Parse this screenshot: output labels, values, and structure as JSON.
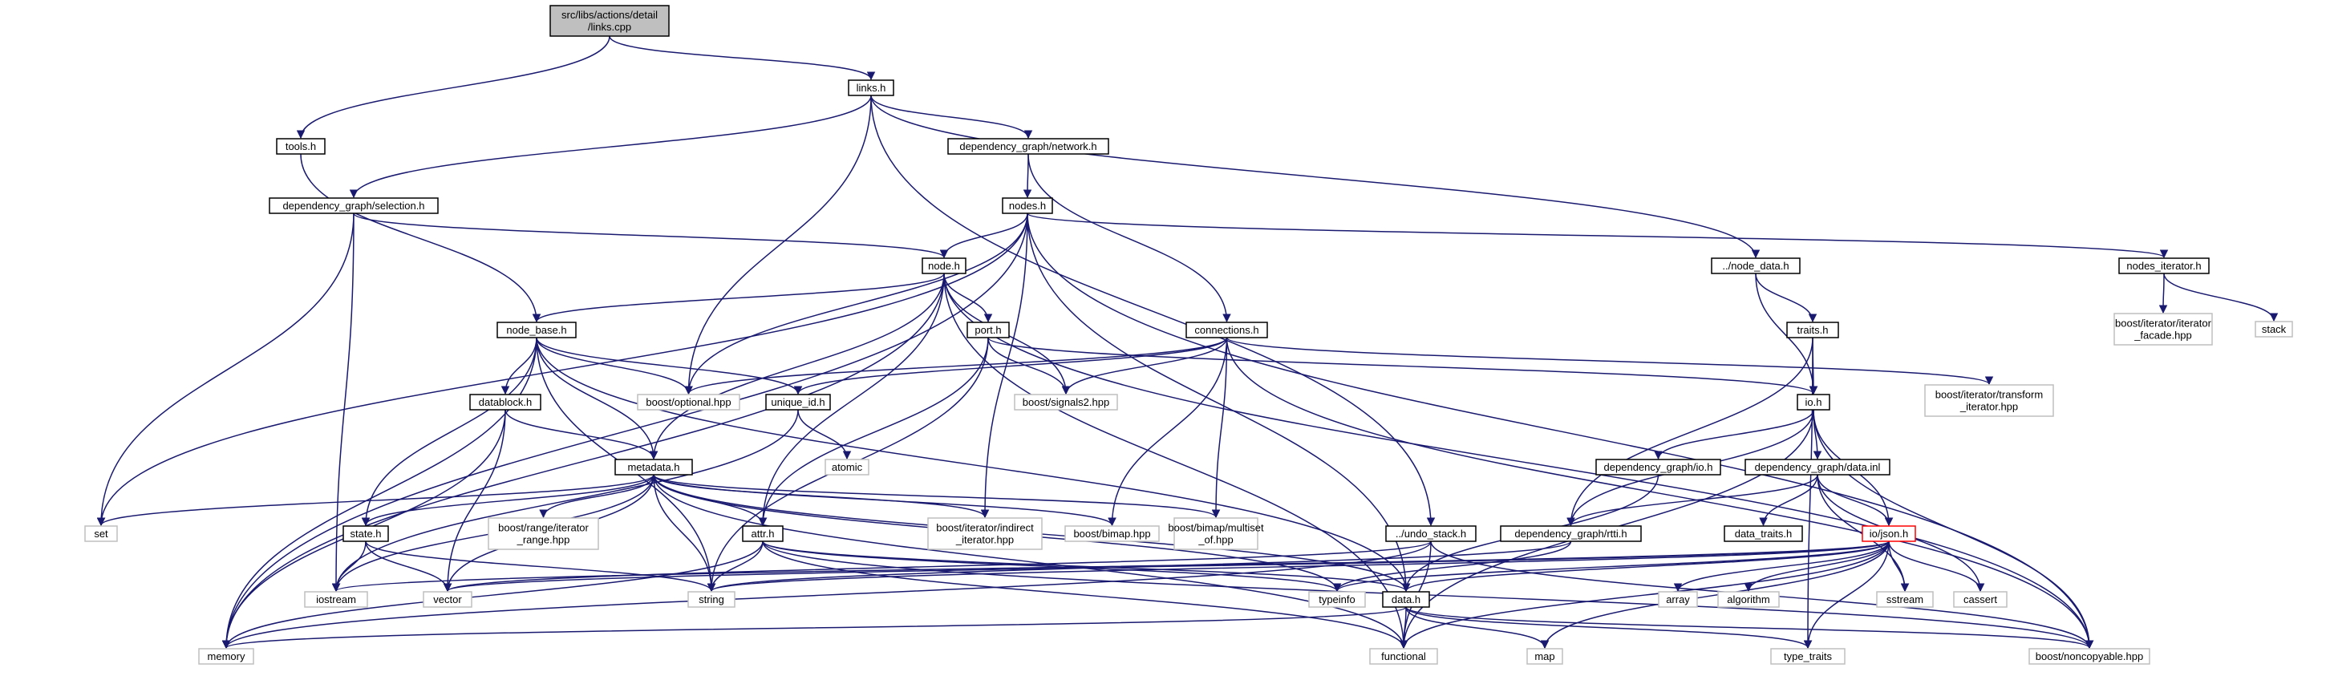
{
  "graph": {
    "nodes": [
      {
        "id": "links_cpp",
        "lines": [
          "src/libs/actions/detail",
          "/links.cpp"
        ],
        "kind": "root"
      },
      {
        "id": "links_h",
        "lines": [
          "links.h"
        ],
        "kind": "normal"
      },
      {
        "id": "tools_h",
        "lines": [
          "tools.h"
        ],
        "kind": "normal"
      },
      {
        "id": "dg_network_h",
        "lines": [
          "dependency_graph/network.h"
        ],
        "kind": "normal"
      },
      {
        "id": "dg_selection_h",
        "lines": [
          "dependency_graph/selection.h"
        ],
        "kind": "normal"
      },
      {
        "id": "nodes_h",
        "lines": [
          "nodes.h"
        ],
        "kind": "normal"
      },
      {
        "id": "node_h",
        "lines": [
          "node.h"
        ],
        "kind": "normal"
      },
      {
        "id": "node_data_h",
        "lines": [
          "../node_data.h"
        ],
        "kind": "normal"
      },
      {
        "id": "nodes_iterator_h",
        "lines": [
          "nodes_iterator.h"
        ],
        "kind": "normal"
      },
      {
        "id": "boost_iter_facade",
        "lines": [
          "boost/iterator/iterator",
          "_facade.hpp"
        ],
        "kind": "external"
      },
      {
        "id": "stack",
        "lines": [
          "stack"
        ],
        "kind": "external"
      },
      {
        "id": "node_base_h",
        "lines": [
          "node_base.h"
        ],
        "kind": "normal"
      },
      {
        "id": "port_h",
        "lines": [
          "port.h"
        ],
        "kind": "normal"
      },
      {
        "id": "connections_h",
        "lines": [
          "connections.h"
        ],
        "kind": "normal"
      },
      {
        "id": "traits_h",
        "lines": [
          "traits.h"
        ],
        "kind": "normal"
      },
      {
        "id": "boost_transform_iter",
        "lines": [
          "boost/iterator/transform",
          "_iterator.hpp"
        ],
        "kind": "external"
      },
      {
        "id": "datablock_h",
        "lines": [
          "datablock.h"
        ],
        "kind": "normal"
      },
      {
        "id": "boost_optional",
        "lines": [
          "boost/optional.hpp"
        ],
        "kind": "external"
      },
      {
        "id": "unique_id_h",
        "lines": [
          "unique_id.h"
        ],
        "kind": "normal"
      },
      {
        "id": "boost_signals2",
        "lines": [
          "boost/signals2.hpp"
        ],
        "kind": "external"
      },
      {
        "id": "io_h",
        "lines": [
          "io.h"
        ],
        "kind": "normal"
      },
      {
        "id": "atomic",
        "lines": [
          "atomic"
        ],
        "kind": "external"
      },
      {
        "id": "metadata_h",
        "lines": [
          "metadata.h"
        ],
        "kind": "normal"
      },
      {
        "id": "dg_io_h",
        "lines": [
          "dependency_graph/io.h"
        ],
        "kind": "normal"
      },
      {
        "id": "dg_data_inl",
        "lines": [
          "dependency_graph/data.inl"
        ],
        "kind": "normal"
      },
      {
        "id": "set",
        "lines": [
          "set"
        ],
        "kind": "external"
      },
      {
        "id": "boost_range_iter",
        "lines": [
          "boost/range/iterator",
          "_range.hpp"
        ],
        "kind": "external"
      },
      {
        "id": "boost_indirect_iter",
        "lines": [
          "boost/iterator/indirect",
          "_iterator.hpp"
        ],
        "kind": "external"
      },
      {
        "id": "boost_bimap",
        "lines": [
          "boost/bimap.hpp"
        ],
        "kind": "external"
      },
      {
        "id": "boost_multiset",
        "lines": [
          "boost/bimap/multiset",
          "_of.hpp"
        ],
        "kind": "external"
      },
      {
        "id": "state_h",
        "lines": [
          "state.h"
        ],
        "kind": "normal"
      },
      {
        "id": "attr_h",
        "lines": [
          "attr.h"
        ],
        "kind": "normal"
      },
      {
        "id": "undo_stack_h",
        "lines": [
          "../undo_stack.h"
        ],
        "kind": "normal"
      },
      {
        "id": "dg_rtti_h",
        "lines": [
          "dependency_graph/rtti.h"
        ],
        "kind": "normal"
      },
      {
        "id": "data_traits_h",
        "lines": [
          "data_traits.h"
        ],
        "kind": "normal"
      },
      {
        "id": "io_json_h",
        "lines": [
          "io/json.h"
        ],
        "kind": "highlight"
      },
      {
        "id": "iostream",
        "lines": [
          "iostream"
        ],
        "kind": "external"
      },
      {
        "id": "vector",
        "lines": [
          "vector"
        ],
        "kind": "external"
      },
      {
        "id": "string",
        "lines": [
          "string"
        ],
        "kind": "external"
      },
      {
        "id": "typeinfo",
        "lines": [
          "typeinfo"
        ],
        "kind": "external"
      },
      {
        "id": "data_h",
        "lines": [
          "data.h"
        ],
        "kind": "normal"
      },
      {
        "id": "array",
        "lines": [
          "array"
        ],
        "kind": "external"
      },
      {
        "id": "algorithm",
        "lines": [
          "algorithm"
        ],
        "kind": "external"
      },
      {
        "id": "sstream",
        "lines": [
          "sstream"
        ],
        "kind": "external"
      },
      {
        "id": "cassert",
        "lines": [
          "cassert"
        ],
        "kind": "external"
      },
      {
        "id": "memory",
        "lines": [
          "memory"
        ],
        "kind": "external"
      },
      {
        "id": "functional",
        "lines": [
          "functional"
        ],
        "kind": "external"
      },
      {
        "id": "map",
        "lines": [
          "map"
        ],
        "kind": "external"
      },
      {
        "id": "type_traits",
        "lines": [
          "type_traits"
        ],
        "kind": "external"
      },
      {
        "id": "boost_noncopyable",
        "lines": [
          "boost/noncopyable.hpp"
        ],
        "kind": "external"
      }
    ],
    "edges": [
      [
        "links_cpp",
        "tools_h"
      ],
      [
        "links_cpp",
        "links_h"
      ],
      [
        "links_h",
        "dg_selection_h"
      ],
      [
        "links_h",
        "dg_network_h"
      ],
      [
        "links_h",
        "boost_optional"
      ],
      [
        "links_h",
        "node_data_h"
      ],
      [
        "links_h",
        "undo_stack_h"
      ],
      [
        "tools_h",
        "node_base_h"
      ],
      [
        "dg_network_h",
        "nodes_h"
      ],
      [
        "dg_network_h",
        "connections_h"
      ],
      [
        "dg_selection_h",
        "node_h"
      ],
      [
        "dg_selection_h",
        "set"
      ],
      [
        "dg_selection_h",
        "iostream"
      ],
      [
        "nodes_h",
        "node_h"
      ],
      [
        "nodes_h",
        "nodes_iterator_h"
      ],
      [
        "nodes_h",
        "set"
      ],
      [
        "nodes_h",
        "memory"
      ],
      [
        "nodes_h",
        "boost_optional"
      ],
      [
        "nodes_h",
        "boost_indirect_iter"
      ],
      [
        "nodes_h",
        "data_h"
      ],
      [
        "nodes_h",
        "boost_noncopyable"
      ],
      [
        "node_h",
        "node_base_h"
      ],
      [
        "node_h",
        "port_h"
      ],
      [
        "node_h",
        "metadata_h"
      ],
      [
        "node_h",
        "boost_signals2"
      ],
      [
        "node_h",
        "attr_h"
      ],
      [
        "node_h",
        "memory"
      ],
      [
        "node_h",
        "functional"
      ],
      [
        "node_h",
        "boost_noncopyable"
      ],
      [
        "nodes_iterator_h",
        "boost_iter_facade"
      ],
      [
        "nodes_iterator_h",
        "stack"
      ],
      [
        "node_data_h",
        "traits_h"
      ],
      [
        "node_data_h",
        "io_h"
      ],
      [
        "node_base_h",
        "datablock_h"
      ],
      [
        "node_base_h",
        "boost_optional"
      ],
      [
        "node_base_h",
        "unique_id_h"
      ],
      [
        "node_base_h",
        "metadata_h"
      ],
      [
        "node_base_h",
        "state_h"
      ],
      [
        "node_base_h",
        "memory"
      ],
      [
        "node_base_h",
        "string"
      ],
      [
        "node_base_h",
        "data_h"
      ],
      [
        "port_h",
        "boost_signals2"
      ],
      [
        "port_h",
        "attr_h"
      ],
      [
        "port_h",
        "string"
      ],
      [
        "port_h",
        "io_h"
      ],
      [
        "connections_h",
        "boost_optional"
      ],
      [
        "connections_h",
        "boost_signals2"
      ],
      [
        "connections_h",
        "unique_id_h"
      ],
      [
        "connections_h",
        "boost_bimap"
      ],
      [
        "connections_h",
        "boost_multiset"
      ],
      [
        "connections_h",
        "boost_transform_iter"
      ],
      [
        "connections_h",
        "boost_noncopyable"
      ],
      [
        "traits_h",
        "io_h"
      ],
      [
        "traits_h",
        "dg_rtti_h"
      ],
      [
        "traits_h",
        "type_traits"
      ],
      [
        "datablock_h",
        "metadata_h"
      ],
      [
        "datablock_h",
        "memory"
      ],
      [
        "datablock_h",
        "vector"
      ],
      [
        "unique_id_h",
        "atomic"
      ],
      [
        "unique_id_h",
        "iostream"
      ],
      [
        "io_h",
        "dg_io_h"
      ],
      [
        "io_h",
        "dg_data_inl"
      ],
      [
        "io_h",
        "io_json_h"
      ],
      [
        "io_h",
        "boost_noncopyable"
      ],
      [
        "io_h",
        "dg_rtti_h"
      ],
      [
        "io_h",
        "functional"
      ],
      [
        "metadata_h",
        "set"
      ],
      [
        "metadata_h",
        "boost_range_iter"
      ],
      [
        "metadata_h",
        "boost_indirect_iter"
      ],
      [
        "metadata_h",
        "boost_bimap"
      ],
      [
        "metadata_h",
        "boost_multiset"
      ],
      [
        "metadata_h",
        "state_h"
      ],
      [
        "metadata_h",
        "attr_h"
      ],
      [
        "metadata_h",
        "string"
      ],
      [
        "metadata_h",
        "vector"
      ],
      [
        "metadata_h",
        "data_h"
      ],
      [
        "metadata_h",
        "functional"
      ],
      [
        "metadata_h",
        "iostream"
      ],
      [
        "metadata_h",
        "typeinfo"
      ],
      [
        "dg_io_h",
        "data_h"
      ],
      [
        "dg_data_inl",
        "data_traits_h"
      ],
      [
        "dg_data_inl",
        "io_json_h"
      ],
      [
        "dg_data_inl",
        "dg_rtti_h"
      ],
      [
        "dg_data_inl",
        "sstream"
      ],
      [
        "dg_data_inl",
        "cassert"
      ],
      [
        "state_h",
        "iostream"
      ],
      [
        "state_h",
        "vector"
      ],
      [
        "state_h",
        "string"
      ],
      [
        "attr_h",
        "string"
      ],
      [
        "attr_h",
        "memory"
      ],
      [
        "attr_h",
        "data_h"
      ],
      [
        "attr_h",
        "typeinfo"
      ],
      [
        "attr_h",
        "functional"
      ],
      [
        "attr_h",
        "boost_noncopyable"
      ],
      [
        "undo_stack_h",
        "vector"
      ],
      [
        "undo_stack_h",
        "memory"
      ],
      [
        "undo_stack_h",
        "functional"
      ],
      [
        "undo_stack_h",
        "boost_noncopyable"
      ],
      [
        "dg_rtti_h",
        "string"
      ],
      [
        "dg_rtti_h",
        "typeinfo"
      ],
      [
        "io_json_h",
        "iostream"
      ],
      [
        "io_json_h",
        "vector"
      ],
      [
        "io_json_h",
        "string"
      ],
      [
        "io_json_h",
        "typeinfo"
      ],
      [
        "io_json_h",
        "data_h"
      ],
      [
        "io_json_h",
        "array"
      ],
      [
        "io_json_h",
        "algorithm"
      ],
      [
        "io_json_h",
        "sstream"
      ],
      [
        "io_json_h",
        "cassert"
      ],
      [
        "io_json_h",
        "functional"
      ],
      [
        "io_json_h",
        "map"
      ],
      [
        "io_json_h",
        "type_traits"
      ],
      [
        "data_h",
        "memory"
      ],
      [
        "data_h",
        "functional"
      ],
      [
        "data_h",
        "map"
      ],
      [
        "data_h",
        "type_traits"
      ],
      [
        "data_h",
        "boost_noncopyable"
      ]
    ]
  },
  "colors": {
    "edge": "#191970",
    "root_fill": "#bfbfbf",
    "root_stroke": "#000000",
    "normal_fill": "#ffffff",
    "normal_stroke": "#000000",
    "external_fill": "#ffffff",
    "external_stroke": "#bfbfbf",
    "highlight_fill": "#ffffff",
    "highlight_stroke": "#ff0000"
  }
}
